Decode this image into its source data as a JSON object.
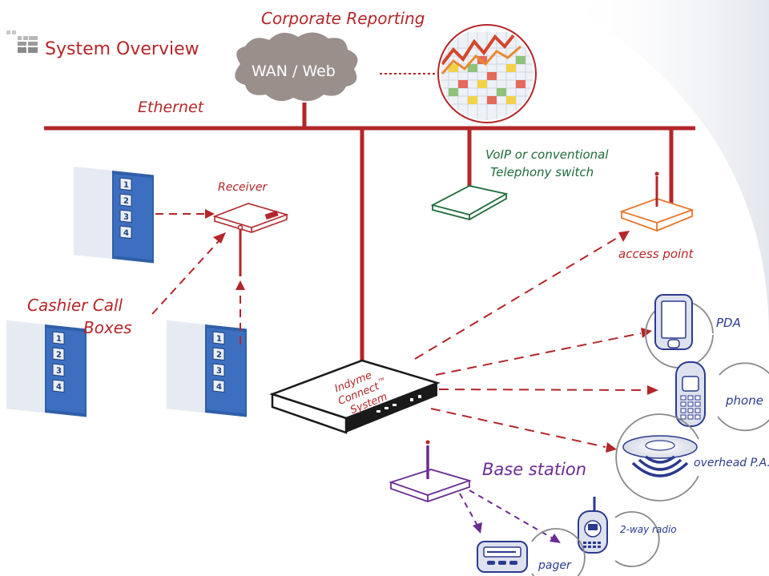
{
  "title": "System Overview",
  "labels": {
    "corporate_reporting": "Corporate Reporting",
    "wan": "WAN / Web",
    "ethernet": "Ethernet",
    "voip_line1": "VoIP or conventional",
    "voip_line2": "Telephony switch",
    "receiver": "Receiver",
    "access_point": "access point",
    "cashier_line1": "Cashier Call",
    "cashier_line2": "Boxes",
    "indyme_line1": "Indyme",
    "indyme_line2": "Connect",
    "indyme_tm": "TM",
    "indyme_line3": "System",
    "pda": "PDA",
    "phone": "phone",
    "overhead_pa": "overhead P.A.",
    "base_station": "Base station",
    "two_way_radio": "2-way radio",
    "pager": "pager"
  },
  "call_box_keys": [
    "1",
    "2",
    "3",
    "4"
  ],
  "colors": {
    "network_red": "#b3262a",
    "switch_green": "#1e6b3a",
    "access_point_orange": "#e8772e",
    "base_station_purple": "#6b2c91",
    "device_blue": "#2b3a8f",
    "call_box_blue": "#2f5fa8",
    "cloud_gray": "#9a8f8b"
  }
}
